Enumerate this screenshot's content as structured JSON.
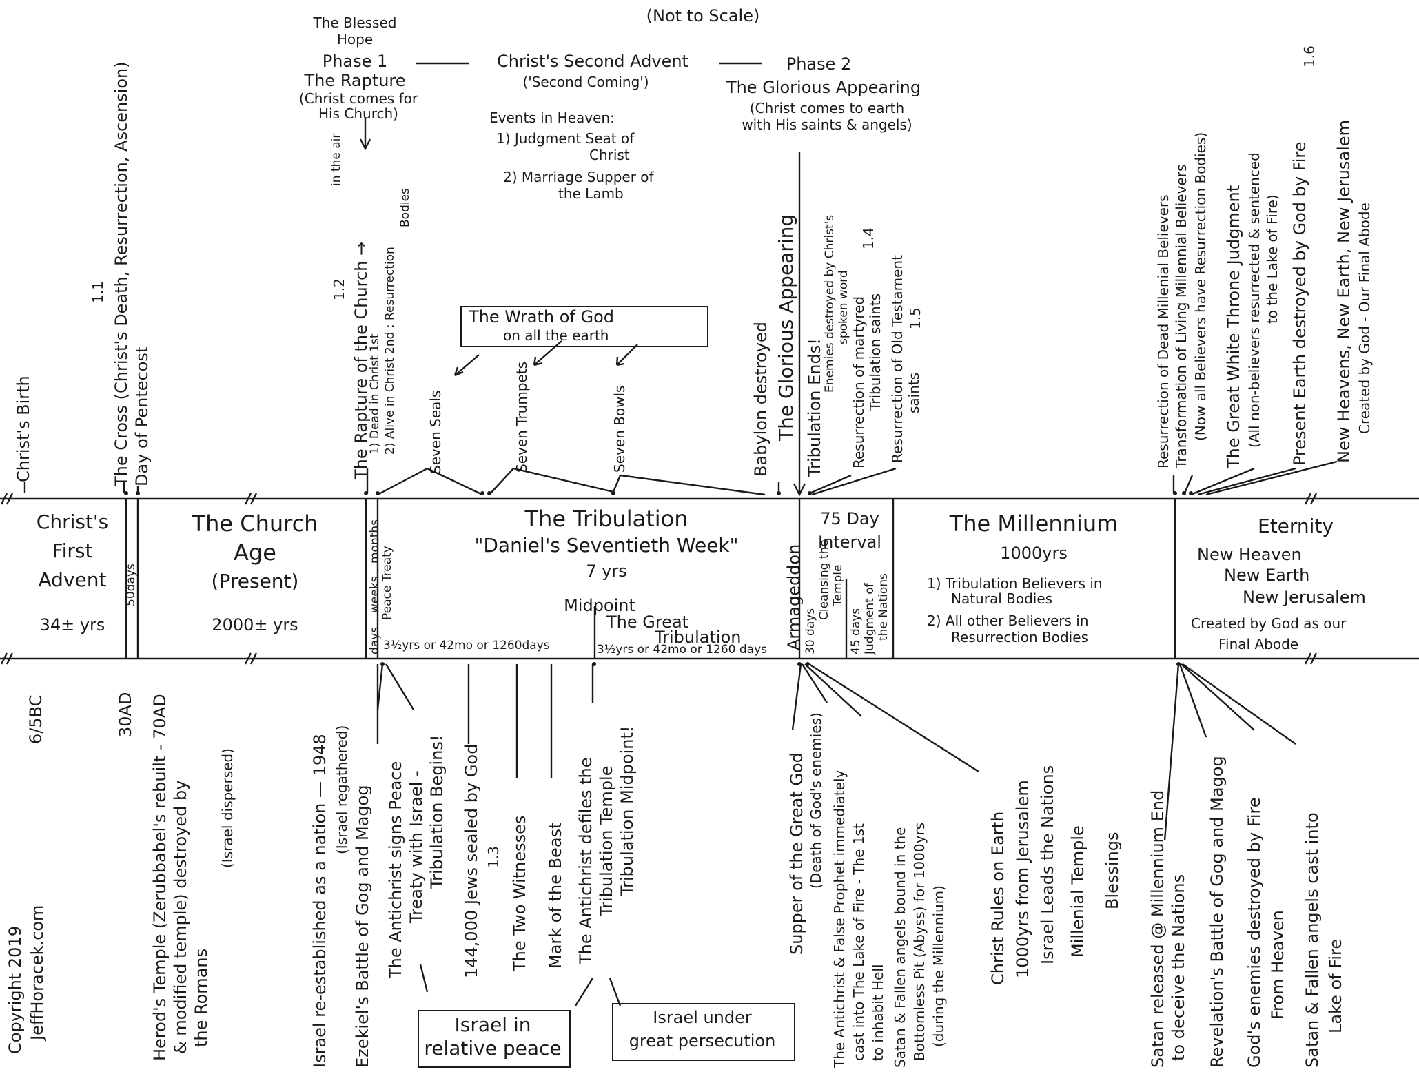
{
  "header": {
    "subtitle": "(Not to Scale)",
    "advent_title": "Christ's Second Advent",
    "advent_sub": "('Second Coming')",
    "phase1": {
      "top": "The Blessed",
      "top2": "Hope",
      "label": "Phase 1",
      "name": "The Rapture",
      "desc1": "(Christ comes for",
      "desc2": "His Church)"
    },
    "phase2": {
      "label": "Phase 2",
      "name": "The Glorious Appearing",
      "desc1": "(Christ comes to earth",
      "desc2": "with His saints & angels)"
    },
    "heaven": {
      "title": "Events in Heaven:",
      "item1a": "1) Judgment Seat of",
      "item1b": "Christ",
      "item2a": "2) Marriage Supper of",
      "item2b": "the Lamb"
    },
    "in_the_air": "in the air"
  },
  "wrath": {
    "line1": "The Wrath of God",
    "line2": "on all the earth"
  },
  "periods": {
    "first_advent": {
      "l1": "Christ's",
      "l2": "First",
      "l3": "Advent",
      "years": "34± yrs"
    },
    "fifty_days": "50days",
    "church": {
      "l1": "The Church",
      "l2": "Age",
      "l3": "(Present)",
      "years": "2000± yrs"
    },
    "gap": {
      "days": "days",
      "weeks": "weeks",
      "months": "months",
      "treaty": "Peace Treaty"
    },
    "tribulation": {
      "title": "The Tribulation",
      "sub": "\"Daniel's Seventieth Week\"",
      "years": "7 yrs",
      "midpoint": "Midpoint",
      "great1": "The Great",
      "great2": "Tribulation",
      "half1": "3½yrs or 42mo or 1260days",
      "half2": "3½yrs or 42mo or 1260 days"
    },
    "armageddon": "Armageddon",
    "interval": {
      "l1": "75 Day",
      "l2": "Interval",
      "thirty": "30 days",
      "cleansing1": "Cleansing the",
      "cleansing2": "Temple",
      "fortyfive": "45 days",
      "judgment1": "Judgment of",
      "judgment2": "the Nations"
    },
    "millennium": {
      "title": "The Millennium",
      "years": "1000yrs",
      "b1a": "1) Tribulation Believers in",
      "b1b": "Natural Bodies",
      "b2a": "2) All other Believers in",
      "b2b": "Resurrection Bodies"
    },
    "eternity": {
      "title": "Eternity",
      "l1": "New Heaven",
      "l2": "New Earth",
      "l3": "New Jerusalem",
      "l4": "Created by God as our",
      "l5": "Final Abode"
    }
  },
  "top_events": {
    "birth": "Christ's Birth",
    "cross": "The Cross (Christ's Death, Resurrection, Ascension)",
    "cross_num": "1.1",
    "pentecost": "Day of Pentecost",
    "rapture": "The Rapture of the Church →",
    "rapture_num": "1.2",
    "rapture_d1": "1) Dead in Christ 1st",
    "rapture_d2": "2) Alive in Christ 2nd : Resurrection",
    "rapture_d3": "Bodies",
    "seals": "Seven Seals",
    "trumpets": "Seven Trumpets",
    "bowls": "Seven Bowls",
    "babylon": "Babylon destroyed",
    "glorious": "The Glorious Appearing",
    "trib_end1": "Tribulation Ends!",
    "trib_end2": "Enemies destroyed by Christ's",
    "trib_end3": "spoken word",
    "martyred1": "Resurrection of martyred",
    "martyred2": "Tribulation saints",
    "martyred_num": "1.4",
    "ot1": "Resurrection of Old Testament",
    "ot2": "saints",
    "ot_num": "1.5",
    "dead_mill": "Resurrection of Dead Millenial Believers",
    "dead_mill_num": "1.6",
    "transform1": "Transformation of Living Millennial Believers",
    "transform2": "(Now all Believers have Resurrection Bodies)",
    "white_throne1": "The Great White Throne Judgment",
    "white_throne2": "(All non-believers resurrected & sentenced",
    "white_throne3": "to the Lake of Fire)",
    "earth_destroyed": "Present Earth destroyed by God by Fire",
    "new_heavens": "New Heavens, New Earth, New Jerusalem",
    "new_heavens2": "Created by God - Our Final Abode"
  },
  "bottom_events": {
    "bc": "6/5BC",
    "ad": "30AD",
    "herod1": "Herod's Temple (Zerubbabel's rebuilt - 70AD",
    "herod2": "& modified temple) destroyed by",
    "herod3": "the Romans",
    "dispersed": "(Israel dispersed)",
    "israel1": "Israel re-established as a nation — 1948",
    "israel2": "(Israel regathered)",
    "ezekiel": "Ezekiel's Battle of Gog and Magog",
    "antichrist1": "The Antichrist signs Peace",
    "antichrist2": "Treaty with Israel -",
    "antichrist3": "Tribulation Begins!",
    "sealed": "144,000 Jews sealed by God",
    "sealed_num": "1.3",
    "witnesses": "The Two Witnesses",
    "beast": "Mark of the Beast",
    "defiles1": "The Antichrist defiles the",
    "defiles2": "Tribulation Temple",
    "defiles3": "Tribulation Midpoint!",
    "peace1": "Israel in",
    "peace2": "relative peace",
    "persecution1": "Israel under",
    "persecution2": "great persecution",
    "supper1": "Supper of the Great God",
    "supper2": "(Death of God's enemies)",
    "false1": "The Antichrist & False Prophet immediately",
    "false2": "cast into The Lake of Fire - The 1st",
    "false3": "to inhabit Hell",
    "satan1": "Satan & Fallen angels bound in the",
    "satan2": "Bottomless Pit (Abyss) for 1000yrs",
    "satan3": "(during the Millennium)",
    "rules1": "Christ Rules on Earth",
    "rules2": "1000yrs from Jerusalem",
    "rules3": "Israel Leads the Nations",
    "temple1": "Millenial Temple",
    "temple2": "Blessings",
    "released1": "Satan released @ Millennium End",
    "released2": "to deceive the Nations",
    "gogmagog": "Revelation's Battle of Gog and Magog",
    "fire1": "God's enemies destroyed by Fire",
    "fire2": "From Heaven",
    "cast1": "Satan & Fallen angels cast into",
    "cast2": "Lake of Fire"
  },
  "footer": {
    "copyright": "Copyright 2019",
    "site": "JeffHoracek.com"
  }
}
